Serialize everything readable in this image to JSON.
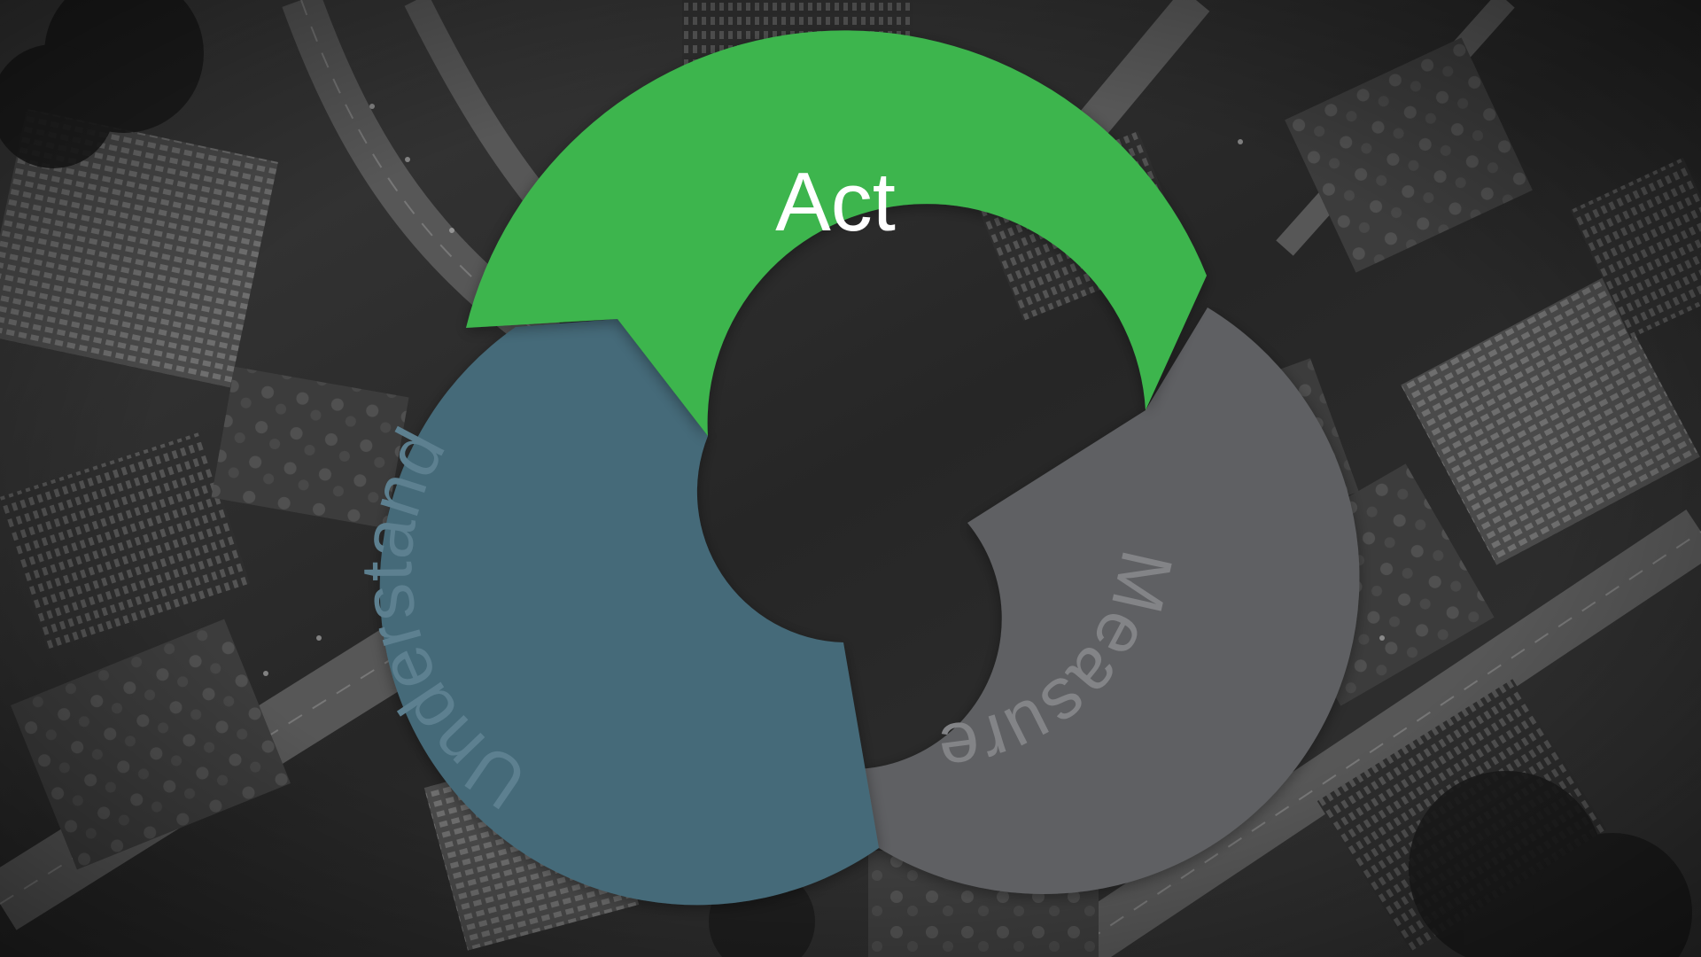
{
  "diagram": {
    "segments": [
      {
        "id": "act",
        "label": "Act",
        "color": "#3db54e",
        "text_color": "#ffffff"
      },
      {
        "id": "measure",
        "label": "Measure",
        "color": "#5f6063",
        "text_color": "#838487"
      },
      {
        "id": "understand",
        "label": "Understand",
        "color": "#456a79",
        "text_color": "#5d8090"
      }
    ]
  },
  "colors": {
    "background_tone": "#2a2a2a"
  }
}
